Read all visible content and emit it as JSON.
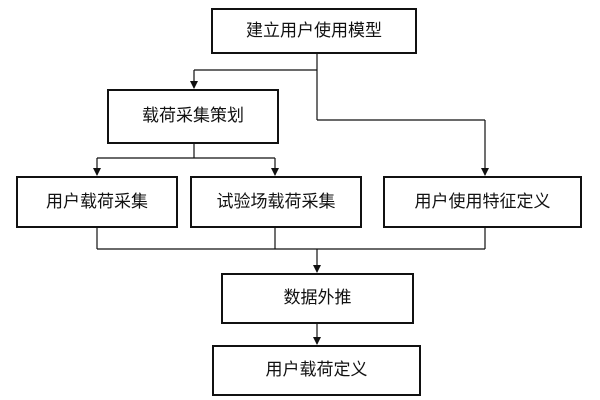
{
  "nodes": {
    "model": "建立用户使用模型",
    "plan": "载荷采集策划",
    "user_collect": "用户载荷采集",
    "test_collect": "试验场载荷采集",
    "feature": "用户使用特征定义",
    "extrapolate": "数据外推",
    "define": "用户载荷定义"
  },
  "colors": {
    "line": "#111111",
    "box_border": "#111111",
    "text": "#111111",
    "background": "#ffffff"
  }
}
